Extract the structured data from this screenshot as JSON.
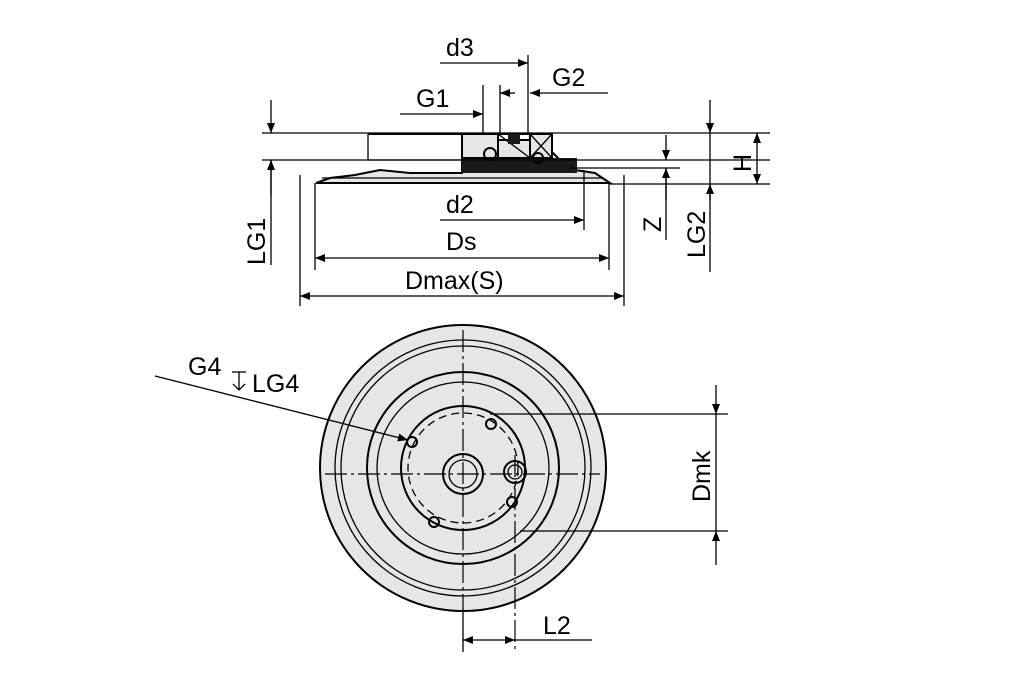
{
  "labels": {
    "d3": "d3",
    "g2": "G2",
    "g1": "G1",
    "h": "H",
    "lg1": "LG1",
    "d2": "d2",
    "z": "Z",
    "lg2": "LG2",
    "ds": "Ds",
    "dmax": "Dmax(S)",
    "g4": "G4",
    "lg4": "LG4",
    "dmk": "Dmk",
    "l2": "L2"
  },
  "colors": {
    "line": "#000000",
    "fill": "#e6e6e6",
    "background": "#ffffff"
  }
}
